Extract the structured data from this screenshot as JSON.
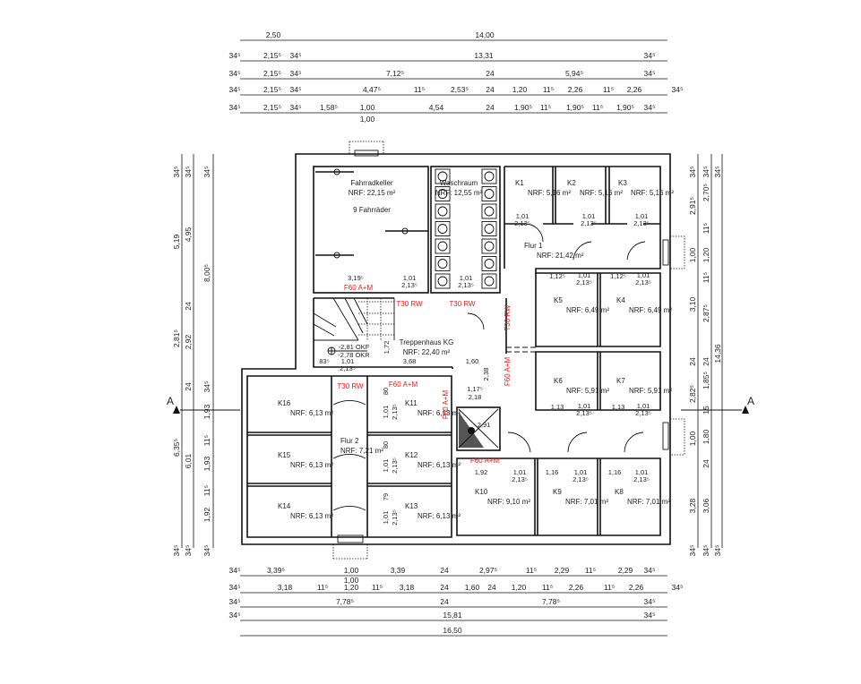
{
  "section_marker": "A",
  "dims_top": [
    [
      "2,50",
      "14,00"
    ],
    [
      "34⁵",
      "2,15⁵",
      "34⁵",
      "13,31",
      "34⁵"
    ],
    [
      "34⁵",
      "2,15⁵",
      "34⁵",
      "7,12⁵",
      "24",
      "5,94⁵",
      "34⁵"
    ],
    [
      "34⁵",
      "2,15⁵",
      "34⁵",
      "4,47⁵",
      "11⁵",
      "2,53⁵",
      "24",
      "1,20",
      "11⁵",
      "2,26",
      "11⁵",
      "2,26",
      "34⁵"
    ],
    [
      "34⁵",
      "2,15⁵",
      "34⁵",
      "1,58⁵",
      "1,00",
      "4,54",
      "24",
      "1,90⁵",
      "11⁵",
      "1,90⁵",
      "11⁵",
      "1,90⁵",
      "34⁵",
      "1,00"
    ]
  ],
  "dims_bottom": [
    [
      "34⁵",
      "3,39⁵",
      "1,00",
      "3,39",
      "24",
      "2,97⁵",
      "11⁵",
      "2,29",
      "11⁵",
      "2,29",
      "34⁵",
      "1,00"
    ],
    [
      "34⁵",
      "3,18",
      "11⁵",
      "1,20",
      "11⁵",
      "3,18",
      "24",
      "1,60",
      "24",
      "1,20",
      "11⁵",
      "2,26",
      "11⁵",
      "2,26",
      "34⁵"
    ],
    [
      "34⁵",
      "7,78⁵",
      "24",
      "7,78⁵",
      "34⁵"
    ],
    [
      "34⁵",
      "15,81",
      "34⁵"
    ],
    [
      "16,50"
    ]
  ],
  "dims_left": [
    [
      "34⁵",
      "5,19",
      "2,81⁵",
      "6,35⁵",
      "34⁵"
    ],
    [
      "34⁵",
      "4,95",
      "24",
      "2,92",
      "24",
      "6,01",
      "34⁵"
    ],
    [
      "34⁵",
      "8,00⁵",
      "34⁵",
      "1,93",
      "11⁵",
      "1,93",
      "11⁵",
      "1,92",
      "34⁵"
    ]
  ],
  "dims_right": [
    [
      "34⁵",
      "2,91⁵",
      "1,00",
      "3,10",
      "24",
      "2,82⁵",
      "1,00",
      "3,28",
      "34⁵"
    ],
    [
      "34⁵",
      "2,70⁵",
      "11⁵",
      "1,20",
      "11⁵",
      "2,87⁵",
      "24",
      "1,85⁵",
      "15",
      "1,80",
      "24",
      "3,06",
      "34⁵"
    ],
    [
      "34⁵",
      "14,36",
      "34⁵"
    ]
  ],
  "rooms": [
    {
      "name": "Fahrradkeller",
      "nrf": "NRF: 22,15 m²",
      "note": "9 Fahrräder"
    },
    {
      "name": "Waschraum",
      "nrf": "NRF: 12,55 m²"
    },
    {
      "name": "K1",
      "nrf": "NRF: 5,16 m²"
    },
    {
      "name": "K2",
      "nrf": "NRF: 5,16 m²"
    },
    {
      "name": "K3",
      "nrf": "NRF: 5,16 m²"
    },
    {
      "name": "Flur 1",
      "nrf": "NRF: 21,42 m²"
    },
    {
      "name": "K5",
      "nrf": "NRF: 6,49 m²"
    },
    {
      "name": "K4",
      "nrf": "NRF: 6,49 m²"
    },
    {
      "name": "Treppenhaus KG",
      "nrf": "NRF:    22,40 m²"
    },
    {
      "name": "K6",
      "nrf": "NRF: 5,91 m²"
    },
    {
      "name": "K7",
      "nrf": "NRF: 5,91 m²"
    },
    {
      "name": "K16",
      "nrf": "NRF: 6,13 m²"
    },
    {
      "name": "K11",
      "nrf": "NRF: 6,13 m²"
    },
    {
      "name": "Flur 2",
      "nrf": "NRF: 7,21 m²"
    },
    {
      "name": "K15",
      "nrf": "NRF: 6,13 m²"
    },
    {
      "name": "K12",
      "nrf": "NRF: 6,13 m²"
    },
    {
      "name": "K14",
      "nrf": "NRF: 6,13 m²"
    },
    {
      "name": "K13",
      "nrf": "NRF: 6,13 m²"
    },
    {
      "name": "K10",
      "nrf": "NRF: 9,10 m²"
    },
    {
      "name": "K9",
      "nrf": "NRF: 7,01 m²"
    },
    {
      "name": "K8",
      "nrf": "NRF: 7,01 m²"
    }
  ],
  "fire_labels": [
    "F60 A+M",
    "T30 RW",
    "T30 RW",
    "T30 RW",
    "F60 A+M",
    "F60 A+M",
    "T30 RW",
    "F60 A+M",
    "F60 A+M"
  ],
  "levels": [
    "-2,81 OKF",
    "-2,78 OKR"
  ],
  "interior_dims": [
    "83⁵",
    "1,01",
    "2,13⁵",
    "3,68",
    "1,60",
    "1,72",
    "3,19⁵",
    "1,01",
    "2,13⁵",
    "1,01",
    "2,13⁵",
    "1,01",
    "2,13⁵",
    "1,01",
    "2,13⁵",
    "1,01",
    "2,13⁵",
    "1,13",
    "1,01",
    "2,13⁵",
    "1,13",
    "1,01",
    "2,13⁵",
    "1,92",
    "1,01",
    "2,13⁵",
    "1,16",
    "1,01",
    "2,13⁵",
    "1,16",
    "1,01",
    "2,13⁵",
    "1,17⁵",
    "2,18",
    "2,38",
    "1,12⁵",
    "1,01",
    "2,13⁵",
    "1,12⁵",
    "1,01",
    "2,13⁵",
    "1,01",
    "2,13⁵",
    "1,01",
    "2,13⁵",
    "1,01",
    "2,13⁵",
    "80",
    "80",
    "79"
  ],
  "shaft_labels": [
    "2,91"
  ],
  "colors": {
    "lines": "#111111",
    "fire_rating": "#e0201c"
  }
}
